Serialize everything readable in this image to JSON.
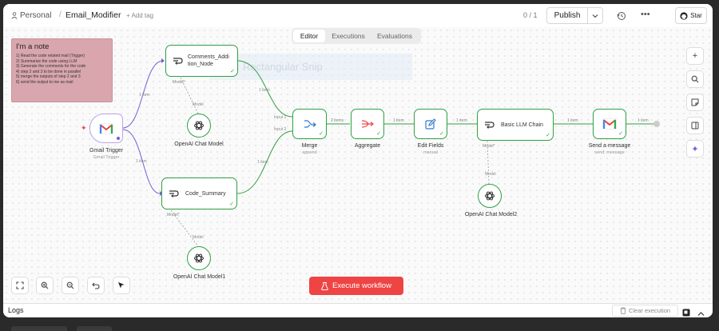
{
  "header": {
    "workspace": "Personal",
    "workflow_name": "Email_Modifier",
    "add_tag": "+ Add tag",
    "counter": "0 / 1",
    "publish_label": "Publish",
    "star_label": "Star"
  },
  "tabs": [
    {
      "label": "Editor",
      "active": true
    },
    {
      "label": "Executions",
      "active": false
    },
    {
      "label": "Evaluations",
      "active": false
    }
  ],
  "note": {
    "title": "I'm a note",
    "lines": [
      "1) Read the code related mail (Trigger)",
      "2) Summarize the code using LLM",
      "3) Generate the comments for the code",
      "4) step 2 and 3 to be done in parallel",
      "5) merge the outputs of step 2 and 3",
      "6) send the output to me as mail"
    ]
  },
  "watermark": "Rectangular Snip",
  "nodes": {
    "gmail_trigger": {
      "label": "Gmail Trigger",
      "sub": "Gmail Trigger"
    },
    "comments": {
      "label1": "Comments_Addi",
      "label2": "tion_Node",
      "model_tag": "Model*"
    },
    "code_summary": {
      "label": "Code_Summary",
      "model_tag": "Model*"
    },
    "merge": {
      "label": "Merge",
      "sub": "append",
      "input1": "Input 1",
      "input2": "Input 2"
    },
    "aggregate": {
      "label": "Aggregate"
    },
    "edit_fields": {
      "label": "Edit Fields",
      "sub": "manual"
    },
    "llm_chain": {
      "label": "Basic LLM Chain",
      "model_tag": "Model*"
    },
    "send_message": {
      "label": "Send a message",
      "sub": "send: message"
    },
    "openai1": {
      "label": "OpenAI Chat Model",
      "tag": "Model"
    },
    "openai2": {
      "label": "OpenAI Chat Model1",
      "tag": "Model"
    },
    "openai3": {
      "label": "OpenAI Chat Model2",
      "tag": "Model"
    }
  },
  "edges": {
    "item1": "1 item",
    "items2": "2 items"
  },
  "execute_label": "Execute workflow",
  "logs": {
    "label": "Logs",
    "clear": "Clear execution"
  },
  "colors": {
    "accent_red": "#ef4444",
    "node_green": "#2ea043",
    "ai_purple": "#7c5cd6",
    "note_bg": "#d9a6ad"
  },
  "icons": [
    "user-icon",
    "history-icon",
    "more-icon",
    "github-icon",
    "plus-icon",
    "search-icon",
    "sticky-note-icon",
    "panel-icon",
    "sparkle-icon",
    "fit-view-icon",
    "zoom-in-icon",
    "zoom-out-icon",
    "undo-icon",
    "pointer-icon",
    "flask-icon",
    "trash-icon",
    "chevron-up-icon"
  ]
}
